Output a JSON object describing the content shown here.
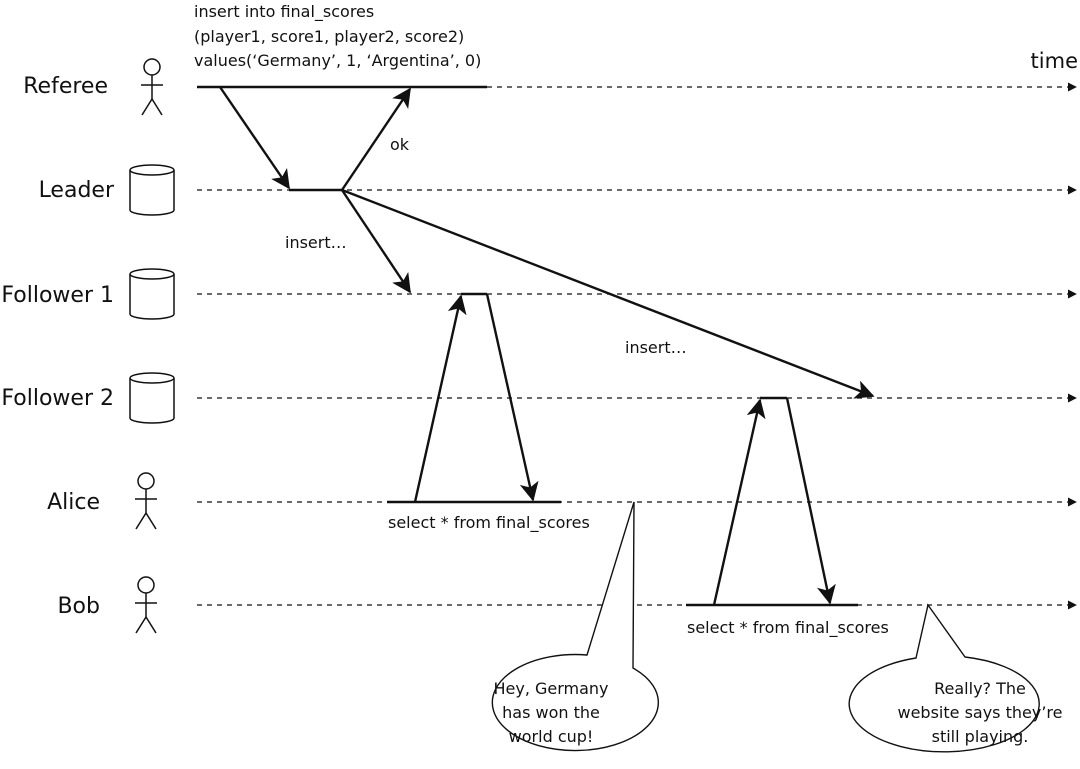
{
  "time_label": "time",
  "lanes": [
    {
      "label": "Referee",
      "icon": "person-icon"
    },
    {
      "label": "Leader",
      "icon": "database-icon"
    },
    {
      "label": "Follower 1",
      "icon": "database-icon"
    },
    {
      "label": "Follower 2",
      "icon": "database-icon"
    },
    {
      "label": "Alice",
      "icon": "person-icon"
    },
    {
      "label": "Bob",
      "icon": "person-icon"
    }
  ],
  "insert_statement": [
    "insert into final_scores",
    "(player1, score1, player2, score2)",
    "values(‘Germany’, 1, ‘Argentina’, 0)"
  ],
  "messages": {
    "ok": "ok",
    "insert_follower1": "insert…",
    "insert_follower2": "insert…",
    "alice_query": "select * from final_scores",
    "bob_query": "select * from final_scores"
  },
  "bubbles": {
    "alice": [
      "Hey, Germany",
      "has won the",
      "world cup!"
    ],
    "bob": [
      "Really? The",
      "website says they’re",
      "still playing."
    ]
  }
}
